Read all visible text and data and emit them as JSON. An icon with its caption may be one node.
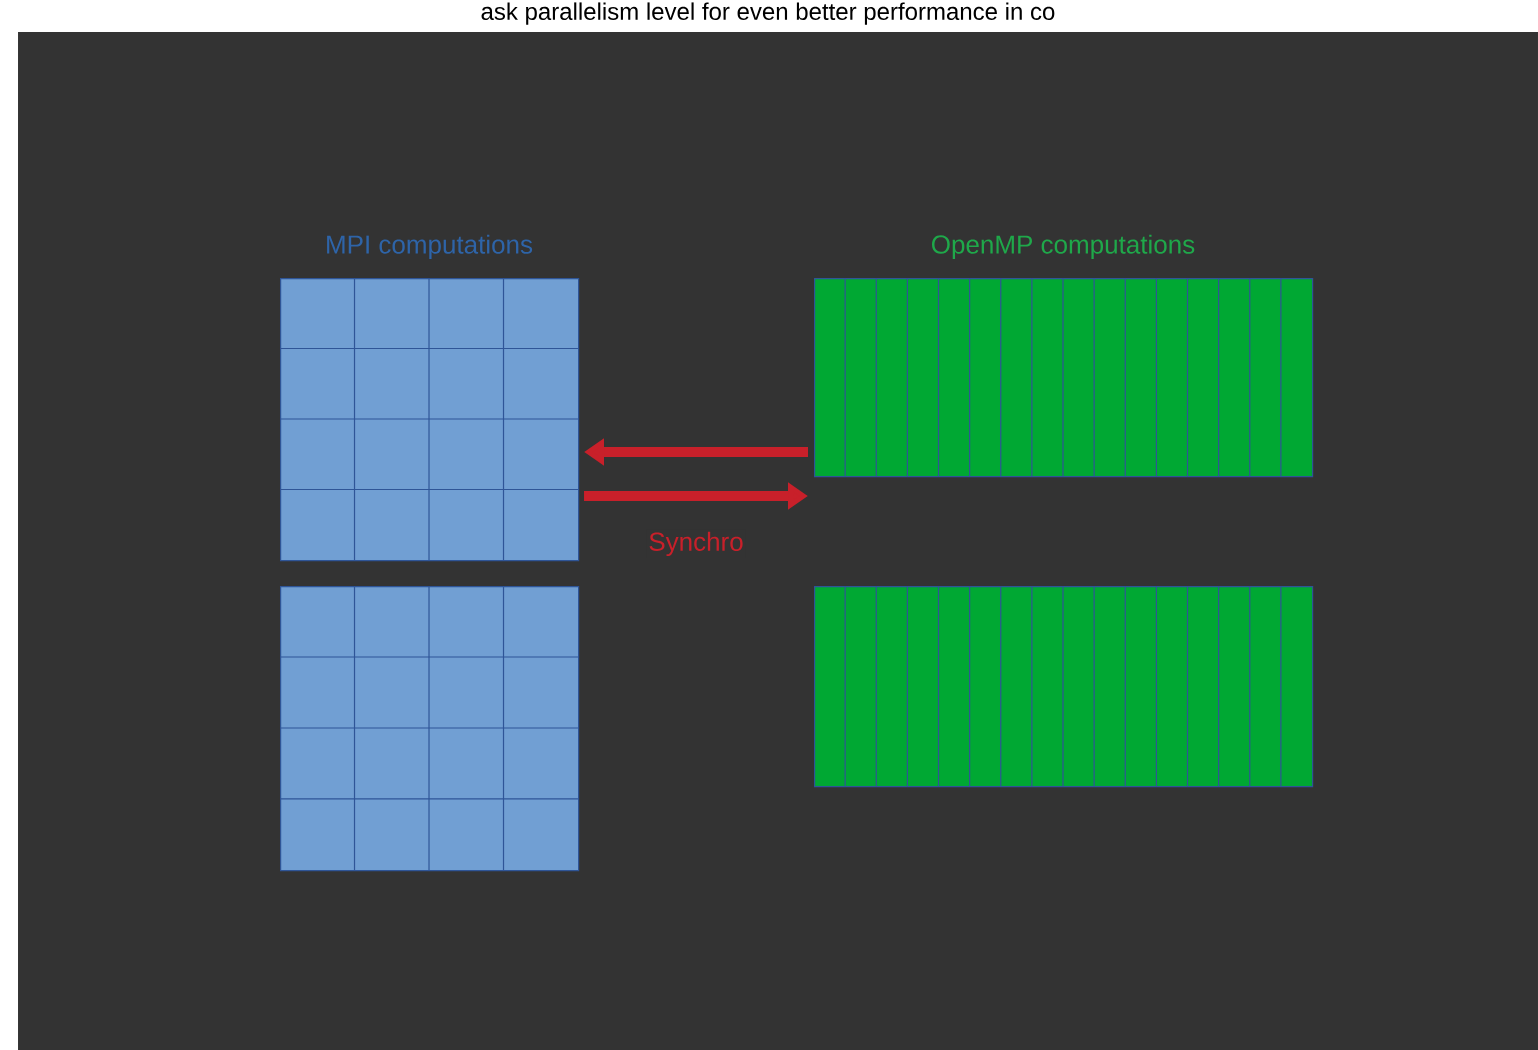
{
  "diagram": {
    "nodes": [
      {
        "text": [
          "MPI computations"
        ]
      },
      {
        "text": [],
        "shape": "box"
      },
      {
        "text": [
          "OpenMP computations"
        ]
      },
      {
        "text": [],
        "shape": "box"
      }
    ],
    "edges": [
      {
        "from": 2,
        "to": 0,
        "arrow": "to"
      },
      {
        "from": 0,
        "to": 2,
        "arrow": "to",
        "label": "Synchro"
      }
    ],
    "labels": [
      "ask parallelism level for even better performance in co"
    ]
  }
}
